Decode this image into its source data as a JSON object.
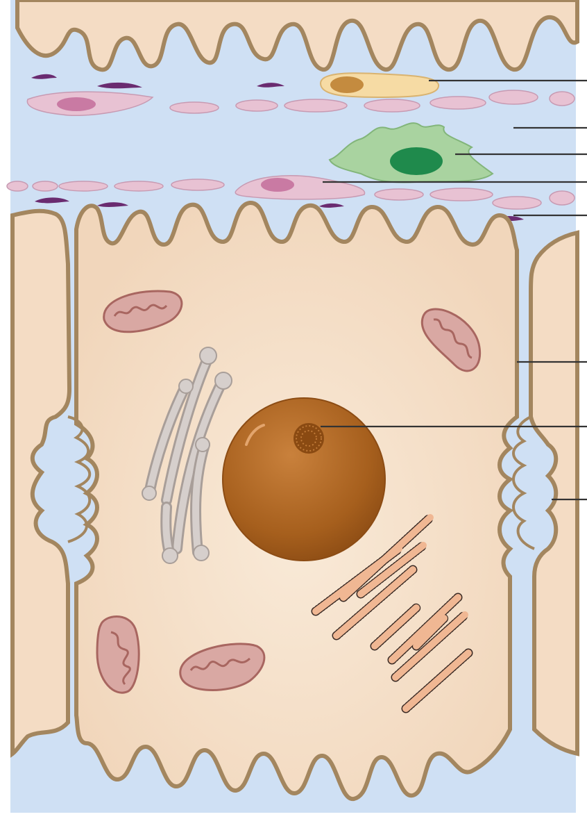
{
  "diagram": {
    "subject": "epithelial-cell-cross-section",
    "label_texts": [],
    "colors": {
      "background": "#ffffff",
      "extracellular_fluid": "#cfe0f4",
      "cytoplasm": "#f4dcc4",
      "membrane": "#a3865f",
      "nucleus": "#a8601c",
      "nucleolus": "#8a4a12",
      "mitochondrion": "#d9a8a3",
      "mitochondrion_edge": "#a86660",
      "golgi": "#cfc7c3",
      "rough_er": "#f0b793",
      "ribosome": "#3a2a24",
      "fibroblast": "#e8c2d3",
      "fibroblast_nucleus": "#c97aa3",
      "macrophage": "#a9d3a0",
      "macrophage_nucleus": "#1f8a4c",
      "lymphocyte": "#f6dba4",
      "lymphocyte_nucleus": "#c48b3f",
      "collagen_fiber": "#6a2b70",
      "leader_line": "#333333"
    },
    "leader_lines": [
      "lymphocyte",
      "extracellular-matrix",
      "macrophage",
      "fibroblast",
      "collagen-fiber",
      "lateral-plasma-membrane",
      "nucleolus",
      "interdigitation"
    ]
  }
}
